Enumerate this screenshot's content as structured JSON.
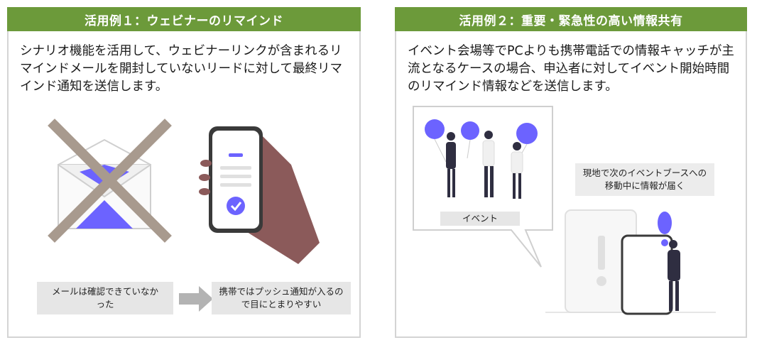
{
  "left_panel": {
    "title": "活用例１：ウェビナーのリマインド",
    "description": "シナリオ機能を活用して、ウェビナーリンクが含まれるリマインドメールを開封していないリードに対して最終リマインド通知を送信します。",
    "box_mail": "メールは確認できていなかった",
    "box_push": "携帯ではプッシュ通知が入るので目にとまりやすい"
  },
  "right_panel": {
    "title": "活用例２：重要・緊急性の高い情報共有",
    "description": "イベント会場等でPCよりも携帯電話での情報キャッチが主流となるケースの場合、申込者に対してイベント開始時間のリマインド情報などを送信します。",
    "event_label": "イベント",
    "callout": "現地で次のイベントブースへの移動中に情報が届く"
  },
  "colors": {
    "header_green": "#6c9a3a",
    "accent_purple": "#6c63ff",
    "cross_brown": "#a89a8e",
    "hand_brown": "#8b5a5a"
  }
}
